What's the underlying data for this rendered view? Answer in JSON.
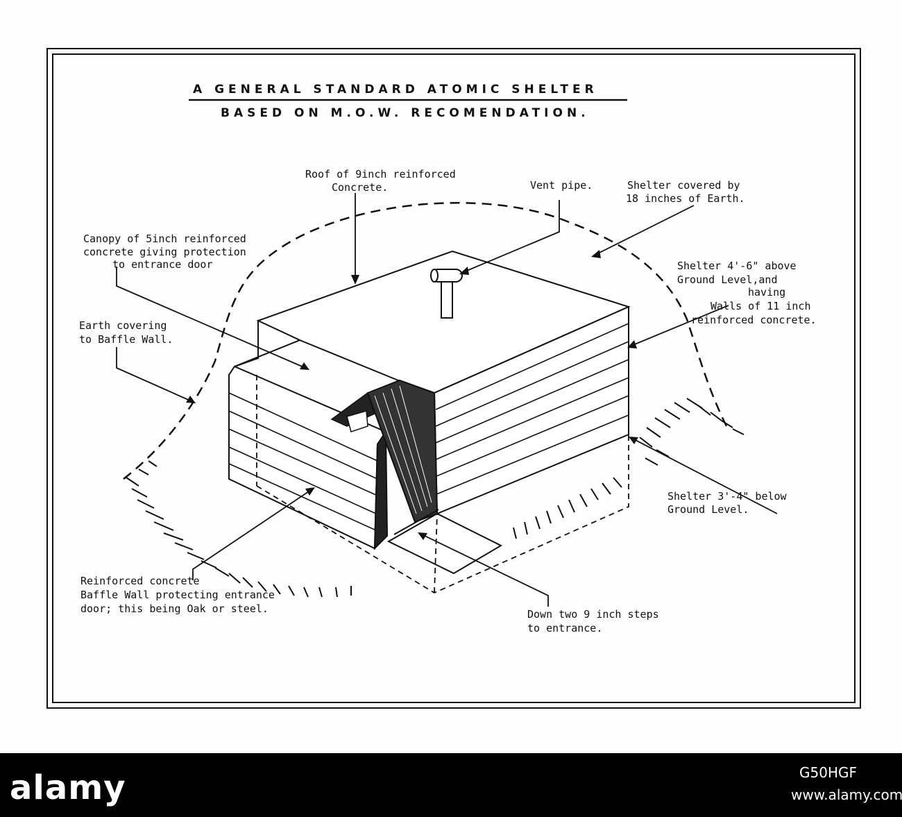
{
  "title": {
    "line1": "A GENERAL STANDARD ATOMIC SHELTER",
    "line2": "BASED ON M.O.W. RECOMENDATION."
  },
  "labels": {
    "roof": [
      "Roof of 9inch reinforced",
      "Concrete."
    ],
    "vent": [
      "Vent pipe."
    ],
    "covered": [
      "Shelter covered  by",
      "18 inches of Earth."
    ],
    "canopy": [
      "Canopy of 5inch reinforced",
      "concrete giving protection",
      "to  entrance door"
    ],
    "earth": [
      "Earth covering",
      "to Baffle Wall."
    ],
    "above": [
      "Shelter 4'-6\" above",
      "Ground Level,and",
      "having",
      "Walls of 11 inch",
      "reinforced concrete."
    ],
    "below": [
      "Shelter 3'-4\" below",
      "Ground Level."
    ],
    "baffle": [
      "Reinforced  concrete",
      "Baffle Wall protecting entrance",
      "door; this being Oak or steel."
    ],
    "steps": [
      "Down two 9 inch steps",
      "to entrance."
    ]
  },
  "footer": {
    "brand": "alamy",
    "image_code": "G50HGF",
    "url": "www.alamy.com"
  }
}
